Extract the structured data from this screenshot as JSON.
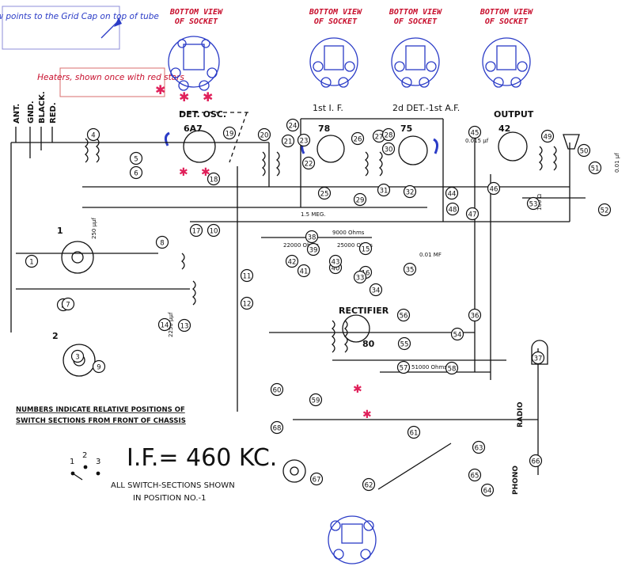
{
  "notes": {
    "grid_cap": "This arrow points to the Grid Cap on top of tube",
    "heaters": "Heaters, shown once with red stars"
  },
  "socket_title": [
    "BOTTOM VIEW",
    "OF SOCKET"
  ],
  "tubes": {
    "t1": {
      "type": "6A7",
      "label": "DET. OSC."
    },
    "t2": {
      "type": "78",
      "label": "1st I. F."
    },
    "t3": {
      "type": "75",
      "label": "2d DET.-1st A.F."
    },
    "t4": {
      "type": "42",
      "label": "OUTPUT"
    },
    "t5": {
      "type": "80",
      "label": "RECTIFIER"
    }
  },
  "power_leads": [
    "ANT.",
    "GND.",
    "BLACK.",
    "RED."
  ],
  "if_freq": "I.F.= 460 KC.",
  "switch_note": [
    "NUMBERS INDICATE RELATIVE POSITIONS OF",
    "SWITCH SECTIONS FROM FRONT OF CHASSIS"
  ],
  "switch_positions": [
    "1",
    "2",
    "3"
  ],
  "switch_caption": [
    "ALL SWITCH-SECTIONS SHOWN",
    "IN POSITION NO.-1"
  ],
  "switch_sections": [
    "1",
    "2"
  ],
  "radio_phono": [
    "RADIO",
    "PHONO"
  ],
  "values": {
    "r_9000": "9000 Ohms",
    "r_25000": "25000 Ohms",
    "r_22000": "22000 Ohms",
    "r_51000": "51000 Ohms",
    "r_15meg": "1.5 MEG.",
    "r_100": "100 Ω",
    "c_250": "250 μμf",
    "c_2250": "2250 μμf",
    "c_01": "0.01 MF",
    "c_001": "0.01 μf",
    "c_0015": "0.015 μf"
  },
  "callouts": [
    "1",
    "2",
    "3",
    "4",
    "5",
    "6",
    "7",
    "8",
    "9",
    "10",
    "11",
    "12",
    "13",
    "14",
    "15",
    "16",
    "17",
    "18",
    "19",
    "20",
    "21",
    "22",
    "23",
    "24",
    "25",
    "26",
    "27",
    "28",
    "29",
    "30",
    "31",
    "32",
    "33",
    "34",
    "35",
    "36",
    "37",
    "38",
    "39",
    "40",
    "41",
    "42",
    "43",
    "44",
    "45",
    "46",
    "47",
    "48",
    "49",
    "50",
    "51",
    "52",
    "53",
    "54",
    "55",
    "56",
    "57",
    "58",
    "59",
    "60",
    "61",
    "62",
    "63",
    "64",
    "65",
    "66",
    "67",
    "68"
  ]
}
